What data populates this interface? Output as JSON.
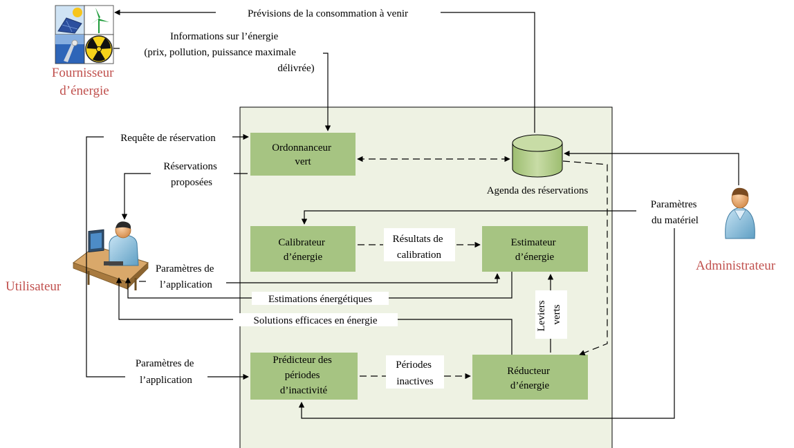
{
  "colors": {
    "system_bg": "#eef2e3",
    "box_fill": "#a6c482",
    "actor_red": "#c0504d",
    "db_fill": "#b6d08c",
    "line": "#000000"
  },
  "actors": {
    "supplier": [
      "Fournisseur",
      "d’énergie"
    ],
    "user": "Utilisateur",
    "admin": "Administrateur"
  },
  "icons": {
    "supplier": "energy-sources-icon",
    "user": "user-at-computer-icon",
    "admin": "administrator-icon",
    "database": "database-icon"
  },
  "boxes": {
    "ordonnanceur": [
      "Ordonnanceur",
      "vert"
    ],
    "calibrateur": [
      "Calibrateur",
      "d’énergie"
    ],
    "estimateur": [
      "Estimateur",
      "d’énergie"
    ],
    "predicteur": [
      "Prédicteur des",
      "périodes",
      "d’inactivité"
    ],
    "reducteur": [
      "Réducteur",
      "d’énergie"
    ]
  },
  "database_label": "Agenda des réservations",
  "flows": {
    "previsions": "Prévisions de la consommation à venir",
    "informations": [
      "Informations sur l’énergie",
      "(prix, pollution, puissance maximale",
      "délivrée)"
    ],
    "requete": "Requête de réservation",
    "reservations": [
      "Réservations",
      "proposées"
    ],
    "parametres_materiel": [
      "Paramètres",
      "du matériel"
    ],
    "resultats_calibration": [
      "Résultats de",
      "calibration"
    ],
    "parametres_app_1": [
      "Paramètres de",
      "l’application"
    ],
    "estimations": "Estimations énergétiques",
    "solutions": "Solutions efficaces en énergie",
    "leviers": [
      "Leviers",
      "verts"
    ],
    "parametres_app_2": [
      "Paramètres de",
      "l’application"
    ],
    "periodes_inactives": [
      "Périodes",
      "inactives"
    ]
  }
}
